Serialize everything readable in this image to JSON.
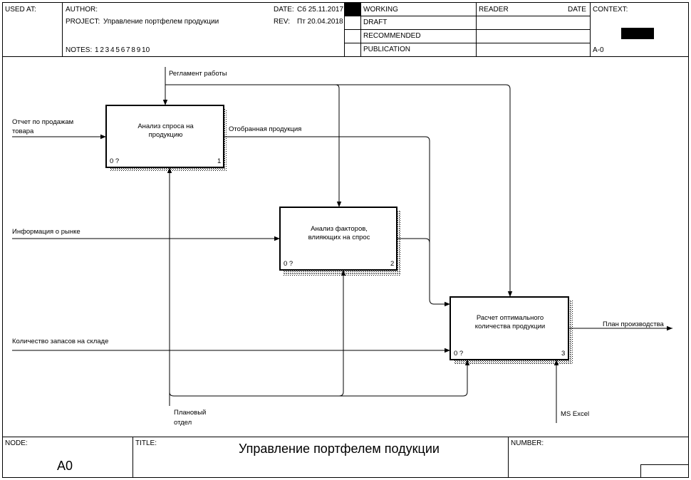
{
  "header": {
    "used_at_label": "USED AT:",
    "author_label": "AUTHOR:",
    "project_label": "PROJECT:",
    "project_value": "Управление портфелем продукции",
    "notes_label": "NOTES:",
    "notes_values": "1  2  3  4  5  6  7  8  9  10",
    "date_label": "DATE:",
    "date_value": "Сб 25.11.2017",
    "rev_label": "REV:",
    "rev_value": "Пт 20.04.2018",
    "status": [
      "WORKING",
      "DRAFT",
      "RECOMMENDED",
      "PUBLICATION"
    ],
    "reader_label": "READER",
    "reader_date_label": "DATE",
    "context_label": "CONTEXT:",
    "context_node": "A-0"
  },
  "diagram": {
    "boxes": [
      {
        "title_line1": "Анализ спроса на",
        "title_line2": "продукцию",
        "cost": "0 ?",
        "number": "1"
      },
      {
        "title_line1": "Анализ факторов,",
        "title_line2": "влияющих на спрос",
        "cost": "0 ?",
        "number": "2"
      },
      {
        "title_line1": "Расчет оптимального",
        "title_line2": "количества продукции",
        "cost": "0 ?",
        "number": "3"
      }
    ],
    "arrows": {
      "control_reglament": "Регламент работы",
      "input_sales_report_line1": "Отчет по продажам",
      "input_sales_report_line2": "товара",
      "output_selected": "Отобранная продукция",
      "input_market_info": "Информация о рынке",
      "input_stock": "Количество запасов на складе",
      "output_plan": "План производства",
      "mechanism_dept_line1": "Плановый",
      "mechanism_dept_line2": "отдел",
      "mechanism_excel": "MS Excel"
    }
  },
  "footer": {
    "node_label": "NODE:",
    "node_value": "A0",
    "title_label": "TITLE:",
    "title_value": "Управление портфелем подукции",
    "number_label": "NUMBER:"
  }
}
